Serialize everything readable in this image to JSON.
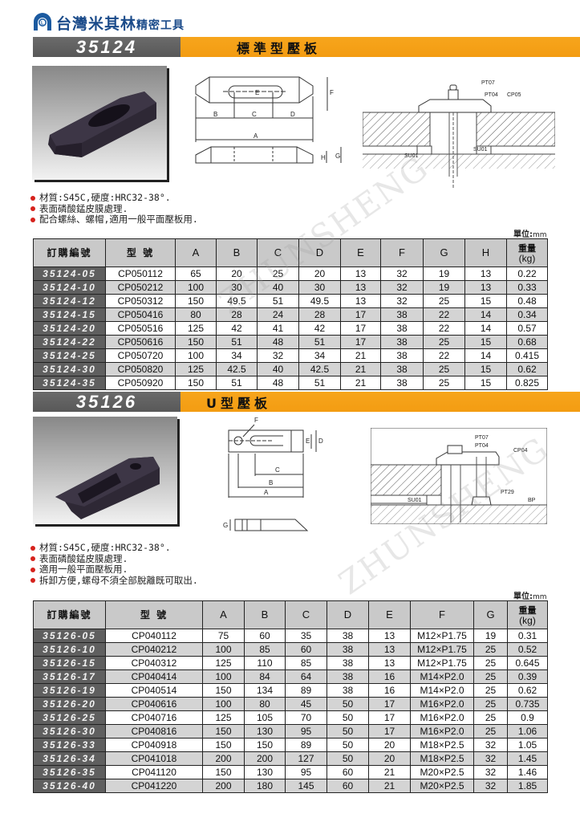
{
  "brand": {
    "name_main": "台灣米其林",
    "name_sub": "精密工具"
  },
  "watermark": "ZHUNSHENG",
  "sections": [
    {
      "code": "35124",
      "title": "標準型壓板",
      "bullets": [
        "材質:S45C,硬度:HRC32-38°.",
        "表面磷酸錳皮膜處理.",
        "配合螺絲、螺帽,適用一般平面壓板用."
      ],
      "unit_label": "單位:",
      "unit_value": "mm",
      "drawing_labels": {
        "dims": [
          "A",
          "B",
          "C",
          "D",
          "E",
          "F",
          "G",
          "H"
        ],
        "parts": [
          "PT07",
          "PT04",
          "CP05",
          "SU01",
          "SU01"
        ]
      },
      "table": {
        "headers": [
          "訂購編號",
          "型 號",
          "A",
          "B",
          "C",
          "D",
          "E",
          "F",
          "G",
          "H",
          "重量",
          "(kg)"
        ],
        "rows": [
          [
            "35124-05",
            "CP050112",
            "65",
            "20",
            "25",
            "20",
            "13",
            "32",
            "19",
            "13",
            "0.22"
          ],
          [
            "35124-10",
            "CP050212",
            "100",
            "30",
            "40",
            "30",
            "13",
            "32",
            "19",
            "13",
            "0.33"
          ],
          [
            "35124-12",
            "CP050312",
            "150",
            "49.5",
            "51",
            "49.5",
            "13",
            "32",
            "25",
            "15",
            "0.48"
          ],
          [
            "35124-15",
            "CP050416",
            "80",
            "28",
            "24",
            "28",
            "17",
            "38",
            "22",
            "14",
            "0.34"
          ],
          [
            "35124-20",
            "CP050516",
            "125",
            "42",
            "41",
            "42",
            "17",
            "38",
            "22",
            "14",
            "0.57"
          ],
          [
            "35124-22",
            "CP050616",
            "150",
            "51",
            "48",
            "51",
            "17",
            "38",
            "25",
            "15",
            "0.68"
          ],
          [
            "35124-25",
            "CP050720",
            "100",
            "34",
            "32",
            "34",
            "21",
            "38",
            "22",
            "14",
            "0.415"
          ],
          [
            "35124-30",
            "CP050820",
            "125",
            "42.5",
            "40",
            "42.5",
            "21",
            "38",
            "25",
            "15",
            "0.62"
          ],
          [
            "35124-35",
            "CP050920",
            "150",
            "51",
            "48",
            "51",
            "21",
            "38",
            "25",
            "15",
            "0.825"
          ]
        ]
      }
    },
    {
      "code": "35126",
      "title": "U型壓板",
      "bullets": [
        "材質:S45C,硬度:HRC32-38°.",
        "表面磷酸錳皮膜處理.",
        "適用一般平面壓板用.",
        "拆卸方便,螺母不須全部脫離既可取出."
      ],
      "unit_label": "單位:",
      "unit_value": "mm",
      "drawing_labels": {
        "dims": [
          "A",
          "B",
          "C",
          "D",
          "E",
          "F",
          "G"
        ],
        "parts": [
          "PT07",
          "PT04",
          "CP04",
          "PT29",
          "BP",
          "SU01"
        ]
      },
      "table": {
        "headers": [
          "訂購編號",
          "型 號",
          "A",
          "B",
          "C",
          "D",
          "E",
          "F",
          "G",
          "重量",
          "(kg)"
        ],
        "rows": [
          [
            "35126-05",
            "CP040112",
            "75",
            "60",
            "35",
            "38",
            "13",
            "M12×P1.75",
            "19",
            "0.31"
          ],
          [
            "35126-10",
            "CP040212",
            "100",
            "85",
            "60",
            "38",
            "13",
            "M12×P1.75",
            "25",
            "0.52"
          ],
          [
            "35126-15",
            "CP040312",
            "125",
            "110",
            "85",
            "38",
            "13",
            "M12×P1.75",
            "25",
            "0.645"
          ],
          [
            "35126-17",
            "CP040414",
            "100",
            "84",
            "64",
            "38",
            "16",
            "M14×P2.0",
            "25",
            "0.39"
          ],
          [
            "35126-19",
            "CP040514",
            "150",
            "134",
            "89",
            "38",
            "16",
            "M14×P2.0",
            "25",
            "0.62"
          ],
          [
            "35126-20",
            "CP040616",
            "100",
            "80",
            "45",
            "50",
            "17",
            "M16×P2.0",
            "25",
            "0.735"
          ],
          [
            "35126-25",
            "CP040716",
            "125",
            "105",
            "70",
            "50",
            "17",
            "M16×P2.0",
            "25",
            "0.9"
          ],
          [
            "35126-30",
            "CP040816",
            "150",
            "130",
            "95",
            "50",
            "17",
            "M16×P2.0",
            "25",
            "1.06"
          ],
          [
            "35126-33",
            "CP040918",
            "150",
            "150",
            "89",
            "50",
            "20",
            "M18×P2.5",
            "32",
            "1.05"
          ],
          [
            "35126-34",
            "CP041018",
            "200",
            "200",
            "127",
            "50",
            "20",
            "M18×P2.5",
            "32",
            "1.45"
          ],
          [
            "35126-35",
            "CP041120",
            "150",
            "130",
            "95",
            "60",
            "21",
            "M20×P2.5",
            "32",
            "1.46"
          ],
          [
            "35126-40",
            "CP041220",
            "200",
            "180",
            "145",
            "60",
            "21",
            "M20×P2.5",
            "32",
            "1.85"
          ]
        ]
      }
    }
  ]
}
